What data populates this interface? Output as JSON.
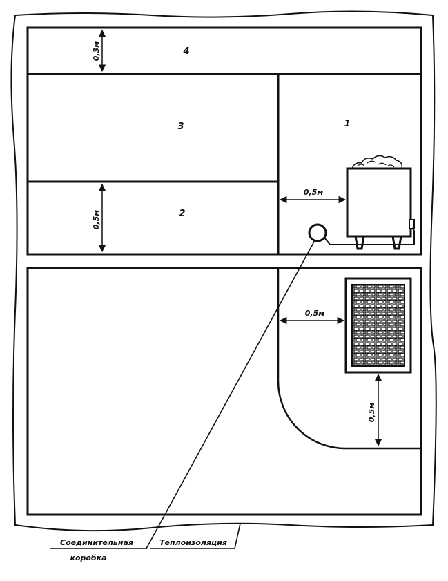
{
  "zones": {
    "z1": "1",
    "z2": "2",
    "z3": "3",
    "z4": "4"
  },
  "dimensions": {
    "top_band_height": "0,3м",
    "heater_gap_side": "0,5м",
    "bench_height": "0,5м",
    "lower_gap_side": "0,5м",
    "lower_gap_bottom": "0,5м"
  },
  "captions": {
    "junction_box_line1": "Соединительная",
    "junction_box_line2": "коробка",
    "insulation": "Теплоизоляция"
  },
  "colors": {
    "ink": "#111111",
    "paper": "#ffffff"
  }
}
